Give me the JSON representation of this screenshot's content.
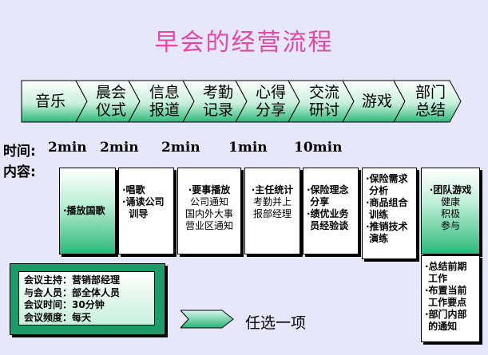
{
  "title": "早会的经营流程",
  "steps": [
    {
      "label": "音乐"
    },
    {
      "label": "晨会\n仪式"
    },
    {
      "label": "信息\n报道"
    },
    {
      "label": "考勤\n记录"
    },
    {
      "label": "心得\n分享"
    },
    {
      "label": "交流\n研讨"
    },
    {
      "label": "游戏"
    },
    {
      "label": "部门\n总结"
    }
  ],
  "time_label": "时间:",
  "content_label": "内容:",
  "durations": [
    "2min",
    "2min",
    "2min",
    "1min",
    "10min"
  ],
  "content_boxes": [
    {
      "lines": [
        {
          "text": "·播放国歌",
          "bold": true
        }
      ]
    },
    {
      "lines": [
        {
          "text": "·唱歌",
          "bold": true
        },
        {
          "text": "·诵读公司",
          "bold": true
        },
        {
          "text": "  训导",
          "bold": true
        }
      ]
    },
    {
      "lines": [
        {
          "text": "·要事播放",
          "bold": true
        },
        {
          "text": "公司通知",
          "bold": false
        },
        {
          "text": "国内外大事",
          "bold": false
        },
        {
          "text": "营业区通知",
          "bold": false
        }
      ]
    },
    {
      "lines": [
        {
          "text": "·主任统计",
          "bold": true
        },
        {
          "text": "考勤并上",
          "bold": false
        },
        {
          "text": "报部经理",
          "bold": false
        }
      ]
    },
    {
      "lines": [
        {
          "text": "·保险理念",
          "bold": true
        },
        {
          "text": " 分享",
          "bold": true
        },
        {
          "text": "·绩优业务",
          "bold": true
        },
        {
          "text": " 员经验谈",
          "bold": true
        }
      ]
    },
    {
      "lines": [
        {
          "text": "·保险需求",
          "bold": true
        },
        {
          "text": " 分析",
          "bold": true
        },
        {
          "text": "·商品组合",
          "bold": true
        },
        {
          "text": " 训练",
          "bold": true
        },
        {
          "text": "·推销技术",
          "bold": true
        },
        {
          "text": " 演练",
          "bold": true
        }
      ]
    },
    {
      "lines": [
        {
          "text": "·团队游戏",
          "bold": true
        },
        {
          "text": "健康",
          "bold": false
        },
        {
          "text": "积极",
          "bold": false
        },
        {
          "text": "参与",
          "bold": false
        }
      ]
    },
    {
      "lines": [
        {
          "text": "·总结前期",
          "bold": true
        },
        {
          "text": " 工作",
          "bold": true
        },
        {
          "text": "·布置当前",
          "bold": true
        },
        {
          "text": " 工作要点",
          "bold": true
        },
        {
          "text": "·部门内部",
          "bold": true
        },
        {
          "text": " 的通知",
          "bold": true
        }
      ]
    }
  ],
  "meeting_info": [
    "会议主持：营销部经理",
    "与会人员：部全体人员",
    "会议时间：30分钟",
    "会议频度：每天"
  ],
  "choose_label": "任选一项",
  "colors": {
    "title": "#e04aa6",
    "background": "#e7e7fb",
    "green": "#2db87a",
    "dark_green": "#1c9c6a"
  }
}
